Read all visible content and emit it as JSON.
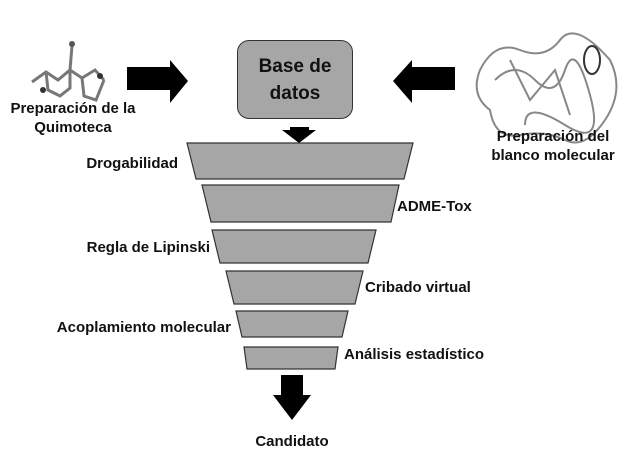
{
  "database": {
    "line1": "Base de",
    "line2": "datos"
  },
  "left_input": {
    "line1": "Preparación de la",
    "line2": "Quimoteca"
  },
  "right_input": {
    "line1": "Preparación del",
    "line2": "blanco molecular"
  },
  "funnel_stages": [
    "Drogabilidad",
    "ADME-Tox",
    "Regla de Lipinski",
    "Cribado virtual",
    "Acoplamiento molecular",
    "Análisis estadístico"
  ],
  "output": "Candidato",
  "colors": {
    "funnel_fill": "#a6a6a6",
    "arrow": "#000000"
  }
}
